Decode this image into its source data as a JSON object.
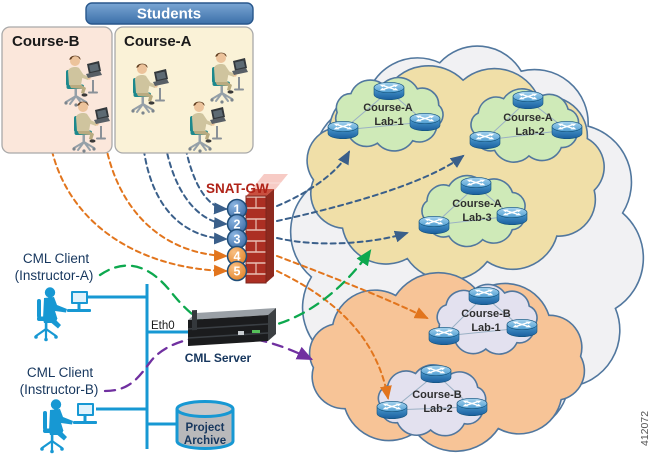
{
  "figure": {
    "number": "412072"
  },
  "students": {
    "header": "Students",
    "courses": [
      {
        "label": "Course-B"
      },
      {
        "label": "Course-A"
      }
    ]
  },
  "gateway": {
    "label": "SNAT-GW",
    "ports": [
      "1",
      "2",
      "3",
      "4",
      "5"
    ]
  },
  "clients": [
    {
      "line1": "CML Client",
      "line2": "(Instructor-A)"
    },
    {
      "line1": "CML Client",
      "line2": "(Instructor-B)"
    }
  ],
  "server": {
    "label": "CML Server",
    "interface_label": "Eth0"
  },
  "archive": {
    "line1": "Project",
    "line2": "Archive"
  },
  "labs": [
    {
      "line1": "Course-A",
      "line2": "Lab-1"
    },
    {
      "line1": "Course-A",
      "line2": "Lab-2"
    },
    {
      "line1": "Course-A",
      "line2": "Lab-3"
    },
    {
      "line1": "Course-B",
      "line2": "Lab-1"
    },
    {
      "line1": "Course-B",
      "line2": "Lab-2"
    }
  ],
  "colors": {
    "outer_cloud": "#f1f1f3",
    "course_a_region": "#f0dfa8",
    "course_b_region": "#f7c497",
    "course_a_lab_cloud": "#cfeab8",
    "course_b_lab_cloud": "#e3e1ef",
    "student_flow_a": "#3a5f8a",
    "student_flow_b": "#e2751d",
    "instructor_a_flow": "#0da84e",
    "instructor_b_flow": "#7030a0",
    "network_link": "#1798d3",
    "gateway_label": "#b02318"
  }
}
